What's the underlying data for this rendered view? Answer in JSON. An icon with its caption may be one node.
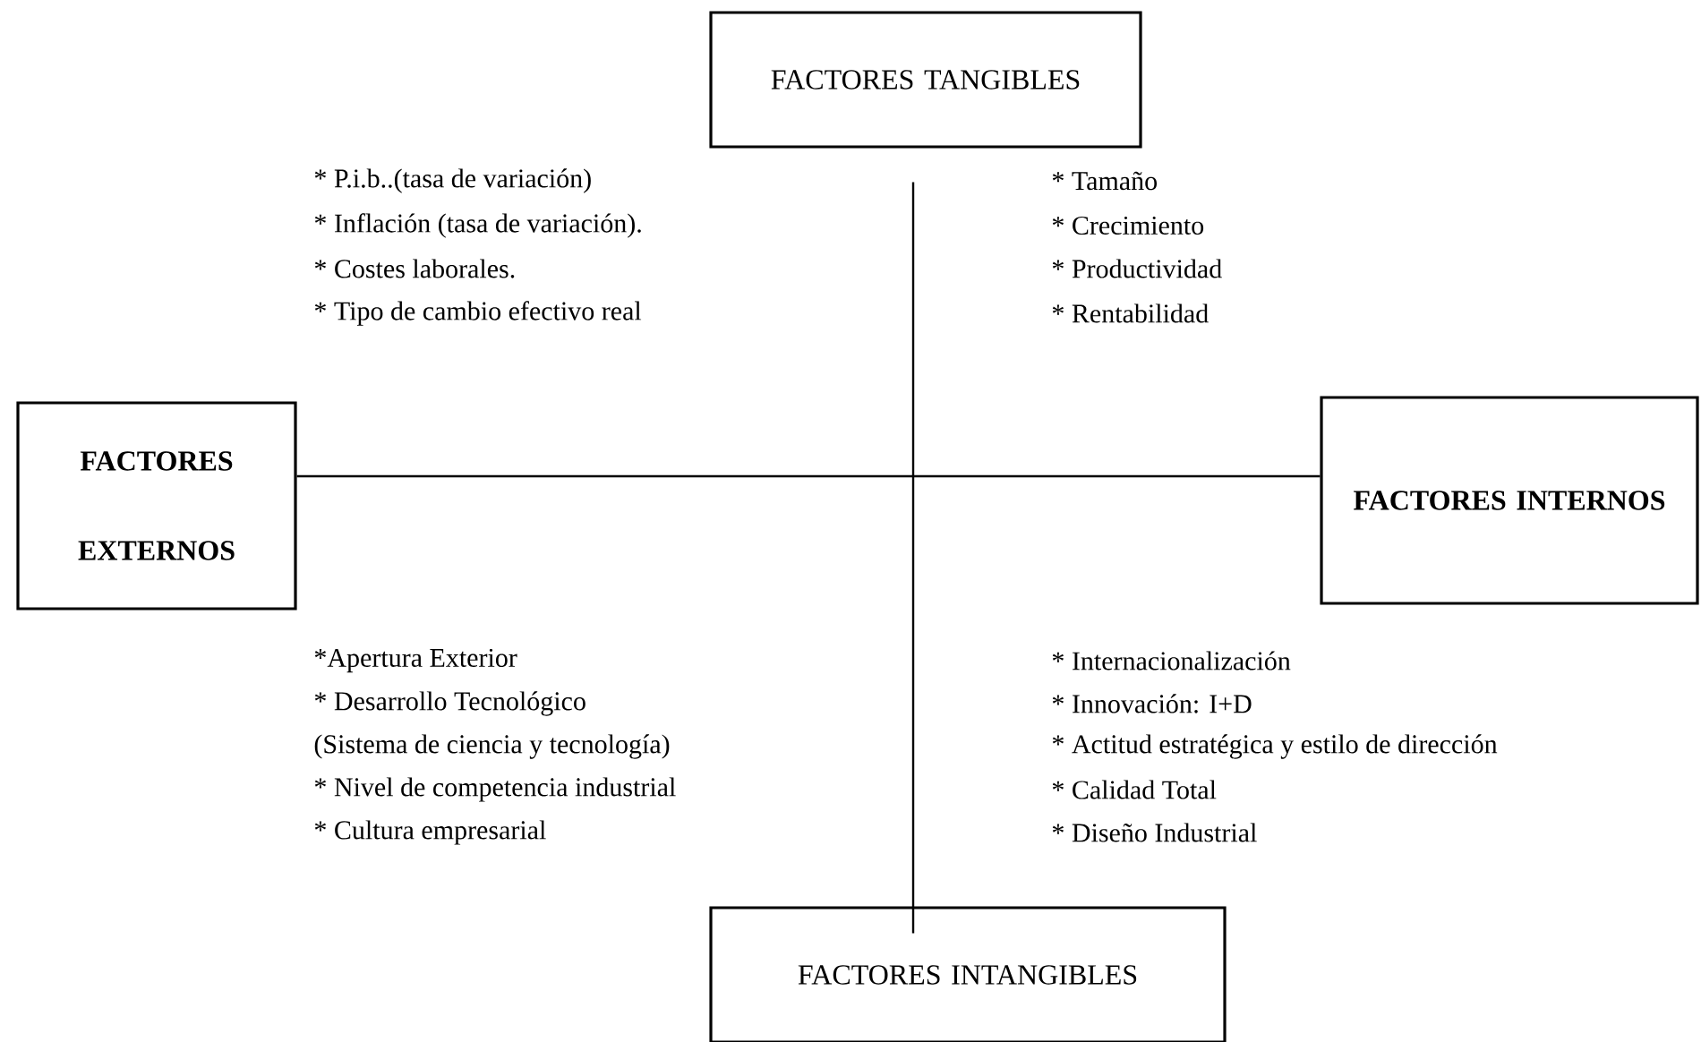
{
  "diagram": {
    "nodes": [
      {
        "text": [
          "FACTORES TANGIBLES"
        ]
      },
      {
        "text": [
          "FACTORES EXTERNOS"
        ]
      },
      {
        "text": [
          "FACTORES INTERNOS"
        ]
      },
      {
        "text": [
          "FACTORES INTANGIBLES"
        ]
      }
    ],
    "edges": [
      {
        "from": 0,
        "to": 3,
        "arrow": "none"
      },
      {
        "from": 1,
        "to": 2,
        "arrow": "none"
      }
    ],
    "labels": [
      "* P.i.b..(tasa de variación)",
      "* Tamaño",
      "* Inflación (tasa de variación).",
      "* Crecimiento",
      "* Costes laborales.",
      "* Productividad",
      "* Tipo de cambio efectivo real",
      "* Rentabilidad",
      "*Apertura Exterior",
      "* Internacionalización",
      "* Desarrollo Tecnológico",
      "* Innovación: I+D",
      "(Sistema de ciencia y tecnología)",
      "* Actitud estratégica y estilo de dirección",
      "* Nivel de competencia industrial",
      "* Calidad Total",
      "* Cultura empresarial",
      "* Diseño Industrial"
    ]
  }
}
